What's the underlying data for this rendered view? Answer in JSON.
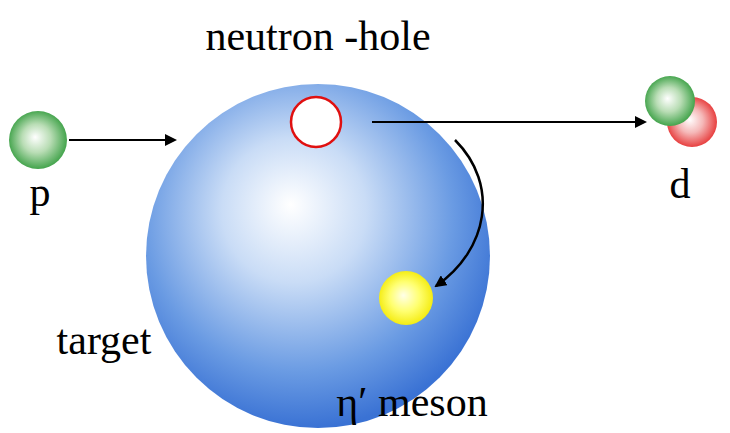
{
  "diagram": {
    "labels": [
      "neutron -hole",
      "p",
      "d",
      "target",
      "η′ meson"
    ]
  }
}
